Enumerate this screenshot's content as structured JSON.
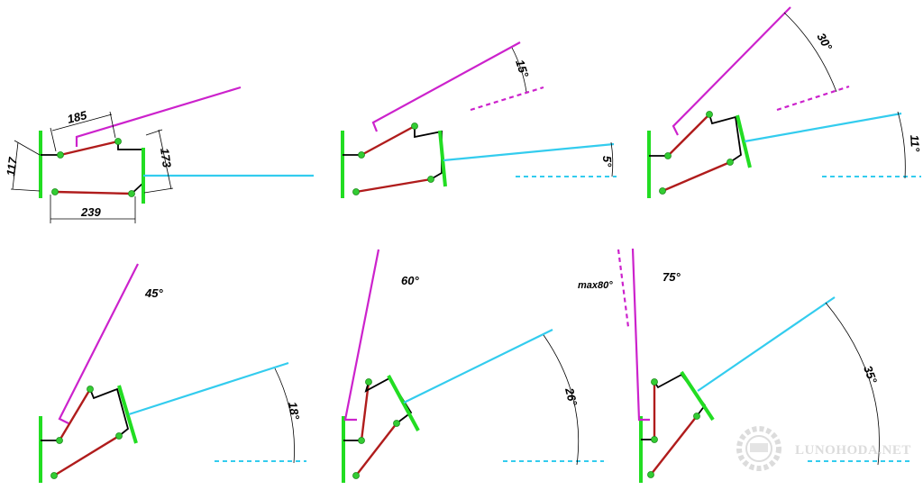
{
  "panels": [
    {
      "id": "p1",
      "labels": {
        "top_length": "185",
        "bottom_length": "239",
        "left_height": "117",
        "right_height": "173"
      }
    },
    {
      "id": "p2",
      "angles": {
        "upper": "15°",
        "lower": "5°"
      }
    },
    {
      "id": "p3",
      "angles": {
        "upper": "30°",
        "lower": "11°"
      }
    },
    {
      "id": "p4",
      "angles": {
        "upper": "45°",
        "lower": "18°"
      }
    },
    {
      "id": "p5",
      "angles": {
        "upper": "60°",
        "lower": "26°"
      }
    },
    {
      "id": "p6",
      "angles": {
        "max": "max80°",
        "upper": "75°",
        "lower": "35°"
      }
    }
  ],
  "watermark": {
    "text": "LUNOHODA.NET"
  },
  "colors": {
    "frame": "#22dd22",
    "link": "#b01c1c",
    "upper_arm": "#cc22cc",
    "lower_arm": "#33ccee",
    "pivot": "#33cc33"
  }
}
